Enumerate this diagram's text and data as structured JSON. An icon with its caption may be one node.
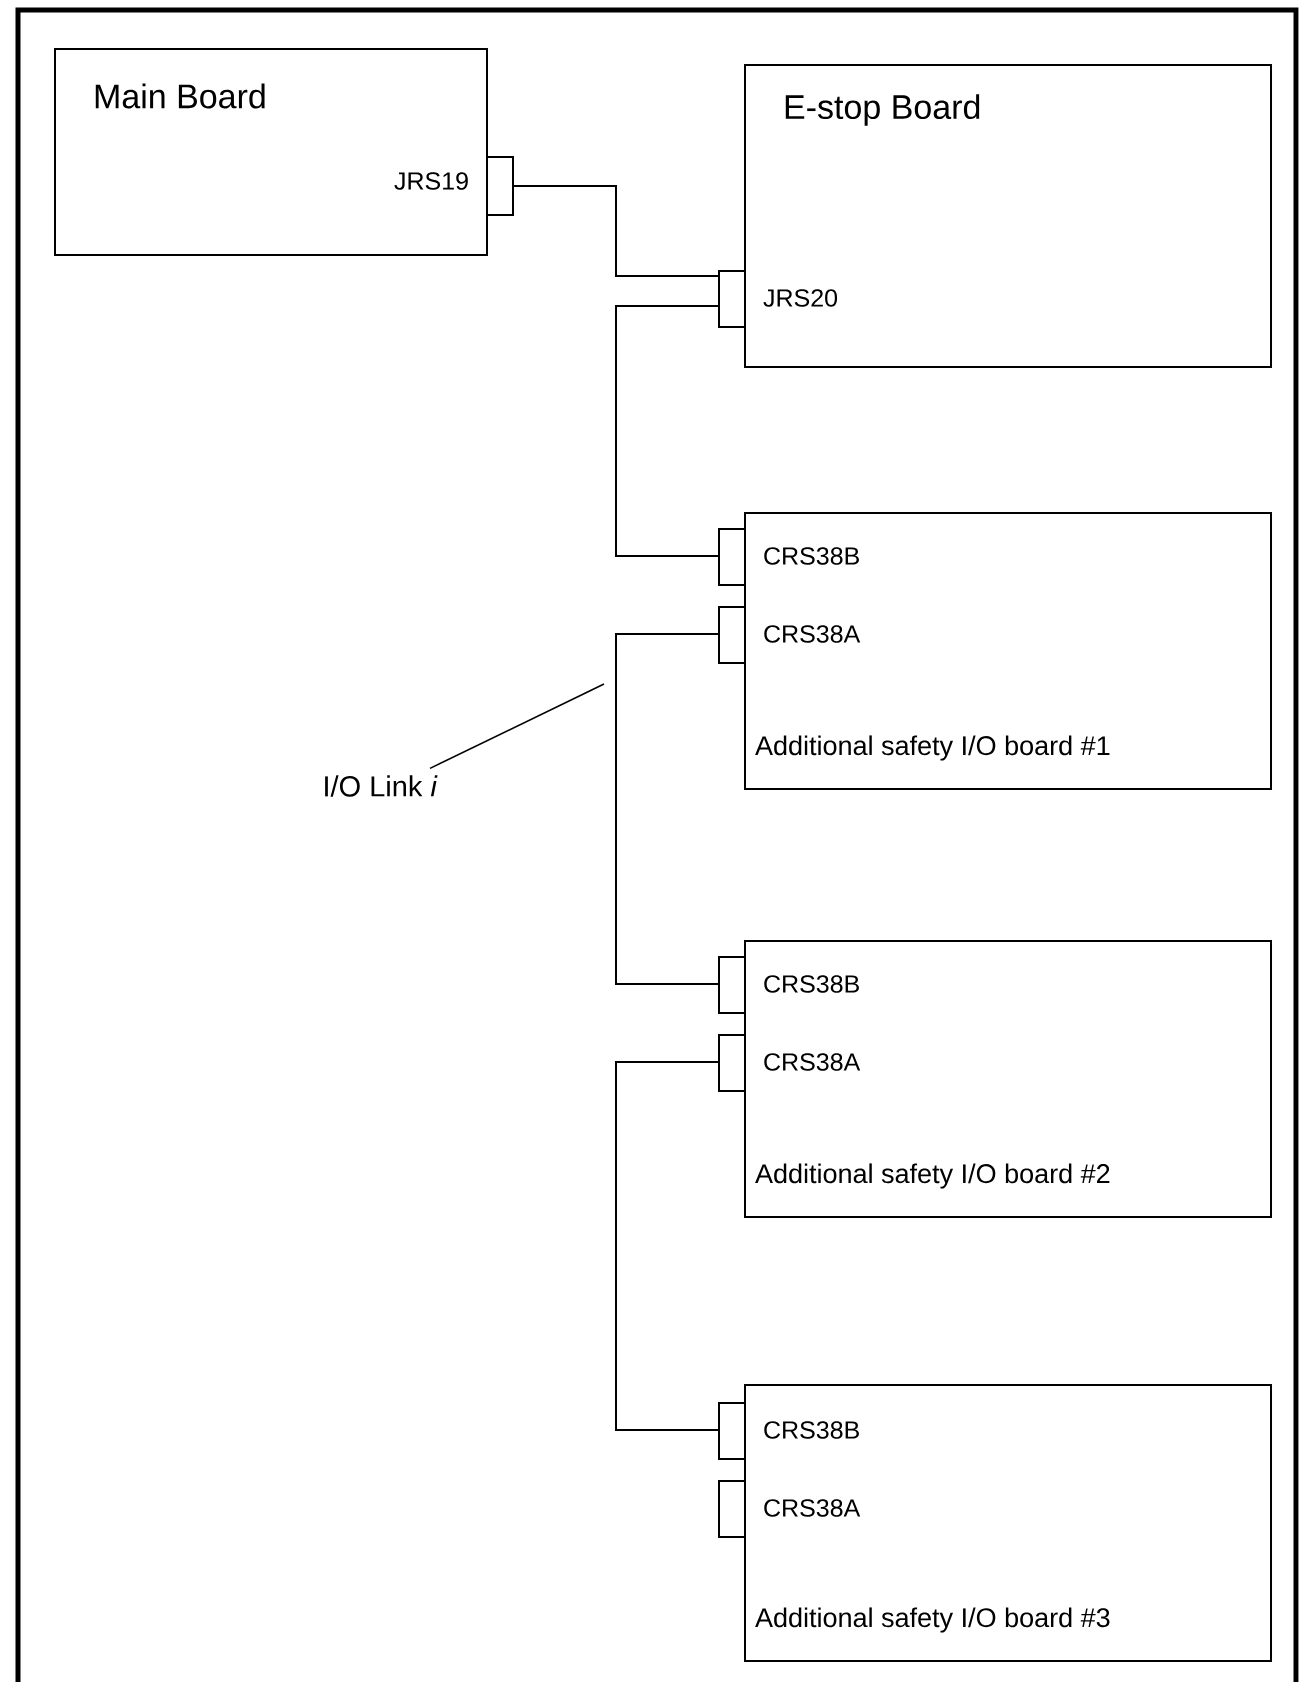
{
  "diagram": {
    "nodes": [
      {
        "text": [
          "Main Board"
        ]
      },
      {
        "text": [],
        "shape": "box"
      },
      {
        "text": [
          "E-stop Board"
        ]
      },
      {
        "text": [],
        "shape": "box"
      },
      {
        "text": [
          "Additional safety I/O board #1"
        ]
      },
      {
        "text": [],
        "shape": "box"
      },
      {
        "text": [],
        "shape": "box"
      },
      {
        "text": [
          "I/O Link *i*"
        ]
      },
      {
        "text": [
          "Additional safety I/O board #2"
        ]
      },
      {
        "text": [],
        "shape": "box"
      },
      {
        "text": [],
        "shape": "box"
      },
      {
        "text": [
          "Additional safety I/O board #3"
        ]
      },
      {
        "text": [],
        "shape": "box"
      },
      {
        "text": [],
        "shape": "box"
      }
    ],
    "edges": [
      {
        "from": 1,
        "to": 3,
        "arrow": "none"
      },
      {
        "from": 3,
        "to": 5,
        "arrow": "none"
      },
      {
        "from": 6,
        "to": 9,
        "arrow": "none"
      },
      {
        "from": 10,
        "to": 12,
        "arrow": "none"
      },
      {
        "from": 7,
        "to": null,
        "arrow": "none"
      }
    ],
    "labels": [
      "JRS19",
      "JRS20",
      "CRS38B",
      "CRS38A",
      "CRS38B",
      "CRS38A",
      "CRS38B",
      "CRS38A"
    ]
  }
}
